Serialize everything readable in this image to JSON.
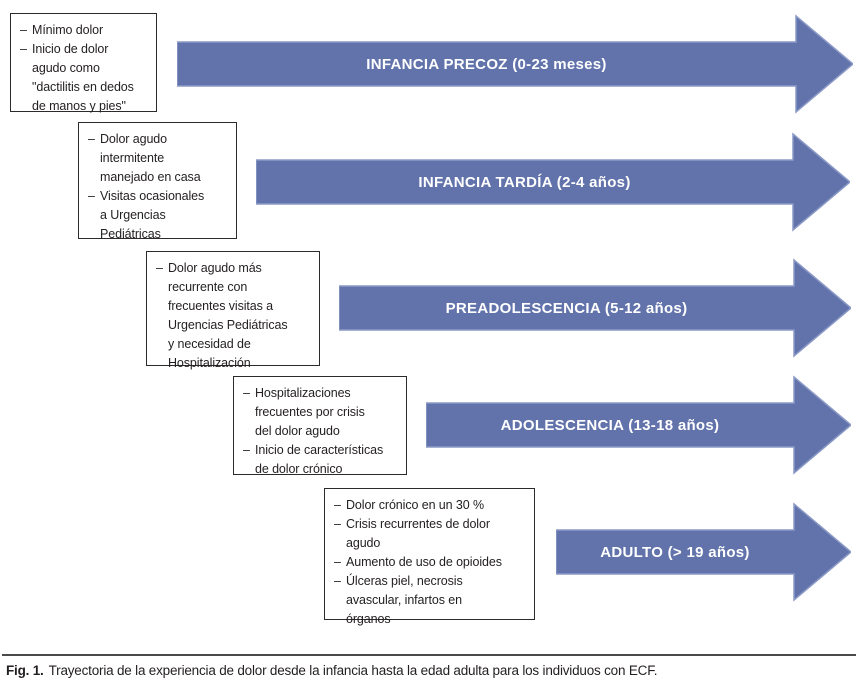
{
  "bullet_marker": "–",
  "colors": {
    "arrow_fill": "#6173AA",
    "arrow_edge": "#8B99C6",
    "box_border": "#2B2B2B",
    "arrow_label_text": "#FFFFFF",
    "caption_rule": "#4A4A4A"
  },
  "stages": [
    {
      "arrow_label": "INFANCIA PRECOZ (0-23 meses)",
      "bullets": [
        "Mínimo dolor",
        "Inicio de dolor\nagudo como\n\"dactilitis en dedos\nde manos y pies\""
      ]
    },
    {
      "arrow_label": "INFANCIA TARDÍA (2-4 años)",
      "bullets": [
        "Dolor agudo\nintermitente\nmanejado en casa",
        "Visitas ocasionales\na Urgencias\nPediátricas"
      ]
    },
    {
      "arrow_label": "PREADOLESCENCIA (5-12 años)",
      "bullets": [
        "Dolor agudo más\nrecurrente con\nfrecuentes visitas a\nUrgencias Pediátricas\ny necesidad de\nHospitalización"
      ]
    },
    {
      "arrow_label": "ADOLESCENCIA (13-18 años)",
      "bullets": [
        "Hospitalizaciones\nfrecuentes por crisis\ndel dolor agudo",
        "Inicio de características\nde dolor crónico"
      ]
    },
    {
      "arrow_label": "ADULTO (> 19 años)",
      "bullets": [
        "Dolor crónico en un 30 %",
        "Crisis recurrentes de dolor\nagudo",
        "Aumento de uso de opioides",
        "Úlceras piel, necrosis\navascular, infartos en\nórganos"
      ]
    }
  ],
  "caption": {
    "label": "Fig. 1.",
    "text": "Trayectoria de la experiencia de dolor desde la infancia hasta la edad adulta para los individuos con ECF."
  }
}
